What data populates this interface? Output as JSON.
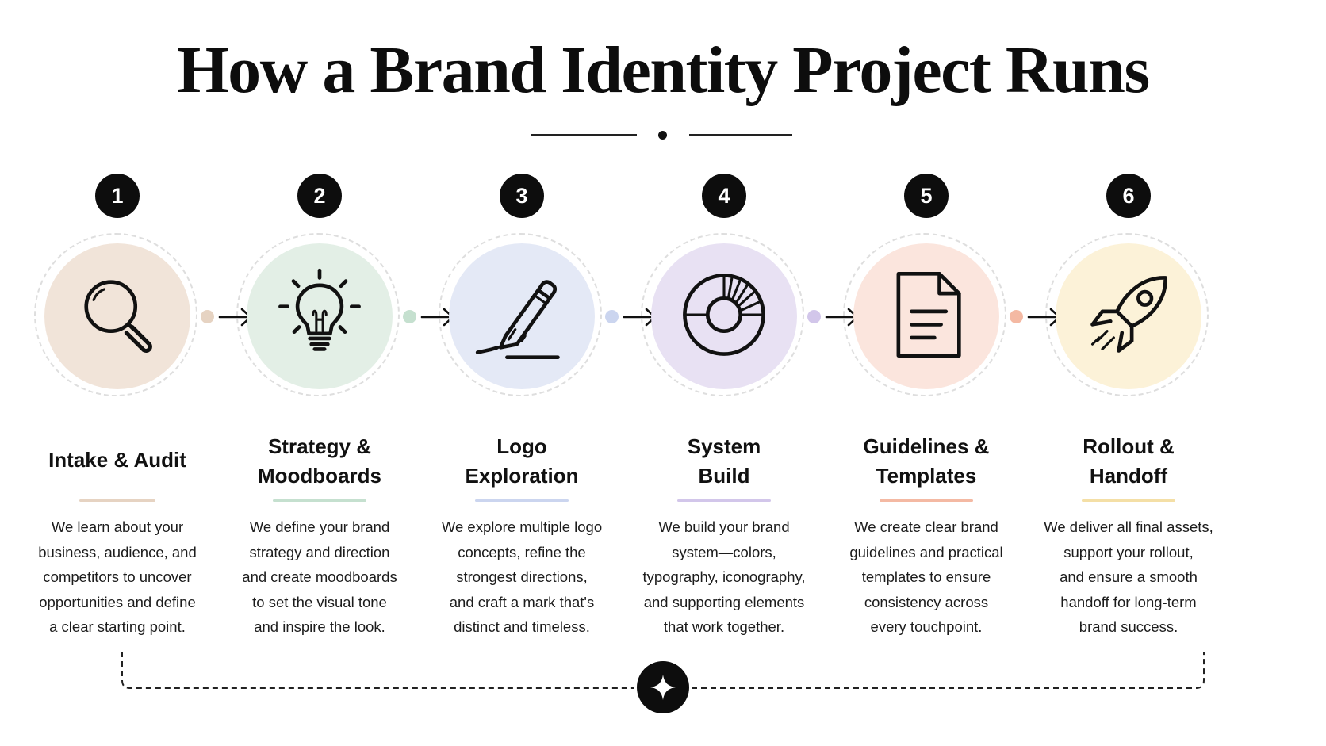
{
  "title": "How a Brand Identity Project Runs",
  "steps": [
    {
      "number": "1",
      "icon": "magnifying-glass-icon",
      "color": "#f1e4d9",
      "accent": "#e6d3c2",
      "title_lines": [
        "Intake & Audit"
      ],
      "description_lines": [
        "We learn about your",
        "business, audience, and",
        "competitors to uncover",
        "opportunities and define",
        "a clear starting point."
      ]
    },
    {
      "number": "2",
      "icon": "lightbulb-icon",
      "color": "#e3efe6",
      "accent": "#c5e0cf",
      "title_lines": [
        "Strategy &",
        "Moodboards"
      ],
      "description_lines": [
        "We define your brand",
        "strategy and direction",
        "and create moodboards",
        "to set the visual tone",
        "and inspire the look."
      ]
    },
    {
      "number": "3",
      "icon": "pencil-icon",
      "color": "#e4e9f6",
      "accent": "#cbd5ef",
      "title_lines": [
        "Logo",
        "Exploration"
      ],
      "description_lines": [
        "We explore multiple logo",
        "concepts, refine the",
        "strongest directions,",
        "and craft a mark that's",
        "distinct and timeless."
      ]
    },
    {
      "number": "4",
      "icon": "color-wheel-icon",
      "color": "#e8e1f3",
      "accent": "#d2c6ea",
      "title_lines": [
        "System",
        "Build"
      ],
      "description_lines": [
        "We build your brand",
        "system—colors,",
        "typography, iconography,",
        "and supporting elements",
        "that work together."
      ]
    },
    {
      "number": "5",
      "icon": "document-icon",
      "color": "#fbe5dd",
      "accent": "#f4b9a3",
      "title_lines": [
        "Guidelines &",
        "Templates"
      ],
      "description_lines": [
        "We create clear brand",
        "guidelines and practical",
        "templates to ensure",
        "consistency across",
        "every touchpoint."
      ]
    },
    {
      "number": "6",
      "icon": "rocket-icon",
      "color": "#fcf2d8",
      "accent": "#f4dfa6",
      "title_lines": [
        "Rollout &",
        "Handoff"
      ],
      "description_lines": [
        "We deliver all final assets,",
        "support your rollout,",
        "and ensure a smooth",
        "handoff for long-term",
        "brand success."
      ]
    }
  ],
  "footer_icon": "sparkle-star-icon"
}
